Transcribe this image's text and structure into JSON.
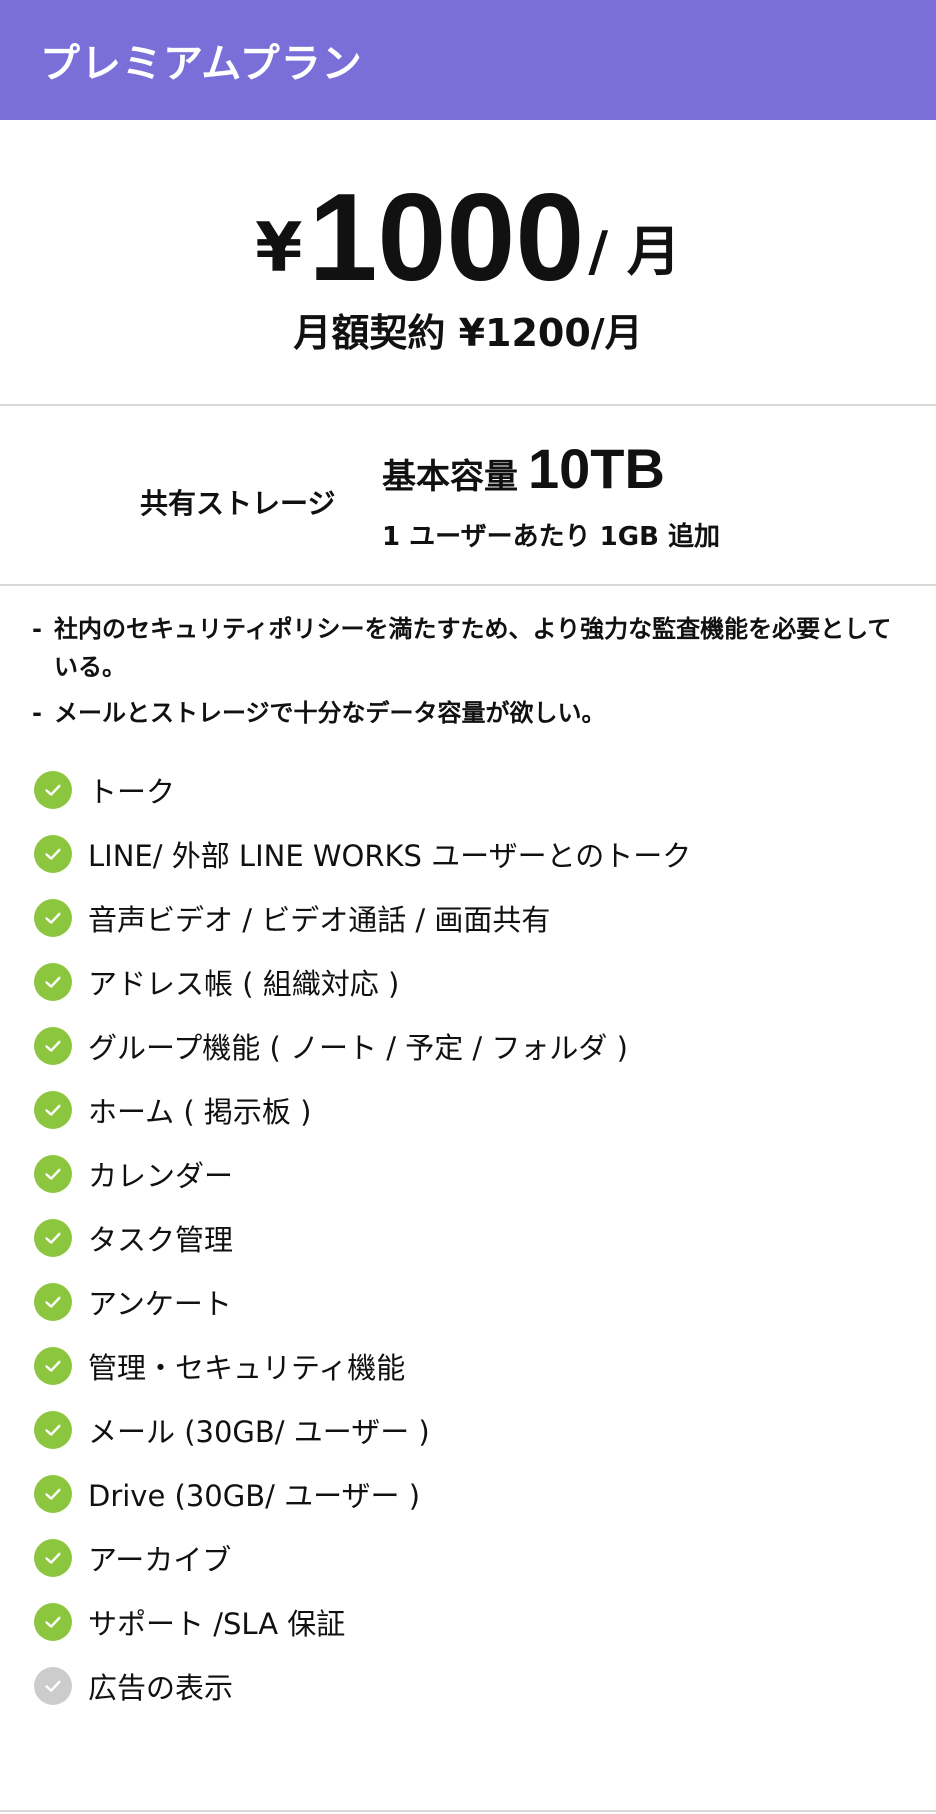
{
  "header": {
    "title": "プレミアムプラン"
  },
  "price": {
    "currency": "¥",
    "amount": "1000",
    "per": "/ 月",
    "monthly_contract": "月額契約 ¥1200/月"
  },
  "storage": {
    "label": "共有ストレージ",
    "base_label": "基本容量",
    "base_value": "10TB",
    "per_user": "1 ユーザーあたり 1GB 追加"
  },
  "notes": [
    {
      "dash": "-",
      "text": "社内のセキュリティポリシーを満たすため、より強力な監査機能を必要としている。"
    },
    {
      "dash": "-",
      "text": "メールとストレージで十分なデータ容量が欲しい。"
    }
  ],
  "features": [
    {
      "label": "トーク",
      "included": true
    },
    {
      "label": "LINE/ 外部 LINE WORKS ユーザーとのトーク",
      "included": true
    },
    {
      "label": "音声ビデオ / ビデオ通話 / 画面共有",
      "included": true
    },
    {
      "label": "アドレス帳 ( 組織対応 )",
      "included": true
    },
    {
      "label": "グループ機能 ( ノート / 予定 / フォルダ )",
      "included": true
    },
    {
      "label": "ホーム ( 掲示板 )",
      "included": true
    },
    {
      "label": "カレンダー",
      "included": true
    },
    {
      "label": "タスク管理",
      "included": true
    },
    {
      "label": "アンケート",
      "included": true
    },
    {
      "label": "管理・セキュリティ機能",
      "included": true
    },
    {
      "label": "メール (30GB/ ユーザー )",
      "included": true
    },
    {
      "label": "Drive (30GB/ ユーザー )",
      "included": true
    },
    {
      "label": "アーカイブ",
      "included": true
    },
    {
      "label": "サポート /SLA 保証",
      "included": true
    },
    {
      "label": "広告の表示",
      "included": false
    }
  ],
  "colors": {
    "header_bg": "#7a6fd8",
    "check_on": "#8cc63f",
    "check_off": "#cccccc"
  },
  "icons": {
    "check": "check-circle-icon"
  }
}
